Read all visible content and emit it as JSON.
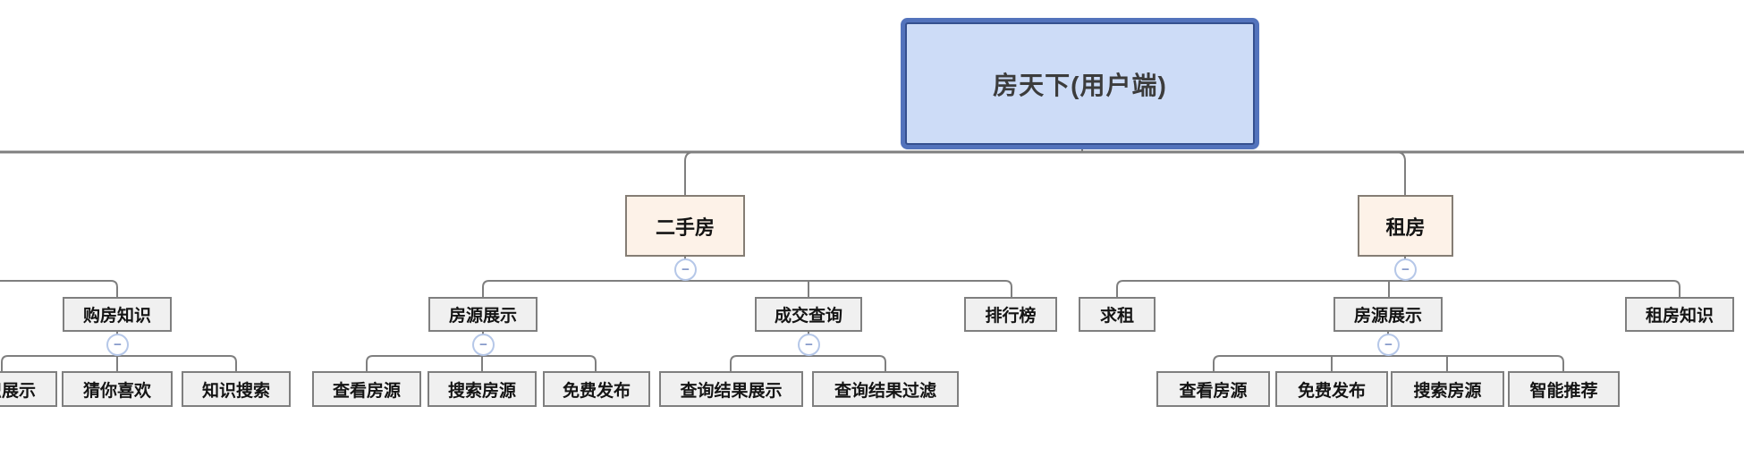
{
  "root": {
    "label": "房天下(用户端)"
  },
  "l2": [
    {
      "label": "二手房"
    },
    {
      "label": "租房"
    }
  ],
  "l3": [
    {
      "label": "购房知识"
    },
    {
      "label": "房源展示"
    },
    {
      "label": "成交查询"
    },
    {
      "label": "排行榜"
    },
    {
      "label": "求租"
    },
    {
      "label": "房源展示"
    },
    {
      "label": "租房知识"
    }
  ],
  "l4": [
    {
      "label": "知识展示"
    },
    {
      "label": "猜你喜欢"
    },
    {
      "label": "知识搜索"
    },
    {
      "label": "查看房源"
    },
    {
      "label": "搜索房源"
    },
    {
      "label": "免费发布"
    },
    {
      "label": "查询结果展示"
    },
    {
      "label": "查询结果过滤"
    },
    {
      "label": "查看房源"
    },
    {
      "label": "免费发布"
    },
    {
      "label": "搜索房源"
    },
    {
      "label": "智能推荐"
    }
  ],
  "icons": {
    "collapse_glyph": "−"
  },
  "colors": {
    "root_fill": "#cddcf7",
    "root_selection_border": "#5373bc",
    "root_inner_border": "#35508f",
    "branch_fill": "#fdf2e8",
    "branch_border": "#857d74",
    "leaf_fill": "#f0f0f0",
    "leaf_border": "#7f7f7f",
    "connector_line": "#7f7f7f",
    "collapse_ring": "#b5c7e8"
  }
}
